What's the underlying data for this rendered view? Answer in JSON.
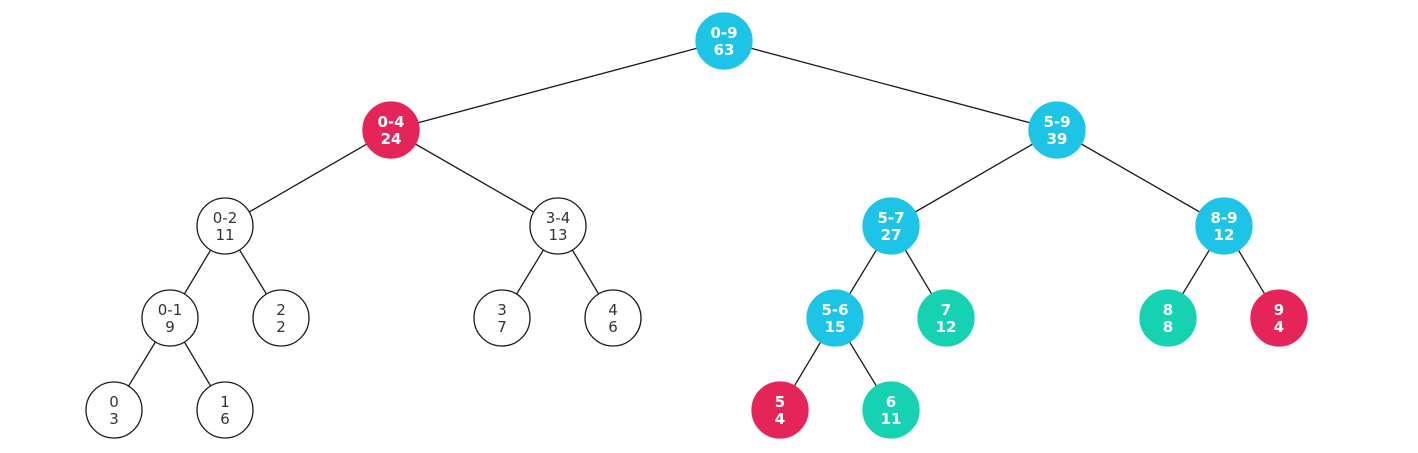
{
  "colors": {
    "blue": "#1ec4e6",
    "red": "#e5245a",
    "green": "#17d2b2",
    "white": "#ffffff",
    "edge": "#1a1a1a",
    "plain_text": "#333333",
    "filled_text": "#ffffff"
  },
  "nodes": [
    {
      "id": "n09",
      "range": "0-9",
      "sum": "63",
      "style": "blue"
    },
    {
      "id": "n04",
      "range": "0-4",
      "sum": "24",
      "style": "red"
    },
    {
      "id": "n59",
      "range": "5-9",
      "sum": "39",
      "style": "blue"
    },
    {
      "id": "n02",
      "range": "0-2",
      "sum": "11",
      "style": "white"
    },
    {
      "id": "n34",
      "range": "3-4",
      "sum": "13",
      "style": "white"
    },
    {
      "id": "n57",
      "range": "5-7",
      "sum": "27",
      "style": "blue"
    },
    {
      "id": "n89",
      "range": "8-9",
      "sum": "12",
      "style": "blue"
    },
    {
      "id": "n01",
      "range": "0-1",
      "sum": "9",
      "style": "white"
    },
    {
      "id": "n2",
      "range": "2",
      "sum": "2",
      "style": "white"
    },
    {
      "id": "n3",
      "range": "3",
      "sum": "7",
      "style": "white"
    },
    {
      "id": "n4",
      "range": "4",
      "sum": "6",
      "style": "white"
    },
    {
      "id": "n56",
      "range": "5-6",
      "sum": "15",
      "style": "blue"
    },
    {
      "id": "n7",
      "range": "7",
      "sum": "12",
      "style": "green"
    },
    {
      "id": "n8",
      "range": "8",
      "sum": "8",
      "style": "green"
    },
    {
      "id": "n9",
      "range": "9",
      "sum": "4",
      "style": "red"
    },
    {
      "id": "n0",
      "range": "0",
      "sum": "3",
      "style": "white"
    },
    {
      "id": "n1",
      "range": "1",
      "sum": "6",
      "style": "white"
    },
    {
      "id": "n5",
      "range": "5",
      "sum": "4",
      "style": "red"
    },
    {
      "id": "n6",
      "range": "6",
      "sum": "11",
      "style": "green"
    }
  ],
  "edges": [
    [
      "n09",
      "n04"
    ],
    [
      "n09",
      "n59"
    ],
    [
      "n04",
      "n02"
    ],
    [
      "n04",
      "n34"
    ],
    [
      "n59",
      "n57"
    ],
    [
      "n59",
      "n89"
    ],
    [
      "n02",
      "n01"
    ],
    [
      "n02",
      "n2"
    ],
    [
      "n34",
      "n3"
    ],
    [
      "n34",
      "n4"
    ],
    [
      "n57",
      "n56"
    ],
    [
      "n57",
      "n7"
    ],
    [
      "n89",
      "n8"
    ],
    [
      "n89",
      "n9"
    ],
    [
      "n01",
      "n0"
    ],
    [
      "n01",
      "n1"
    ],
    [
      "n56",
      "n5"
    ],
    [
      "n56",
      "n6"
    ]
  ]
}
